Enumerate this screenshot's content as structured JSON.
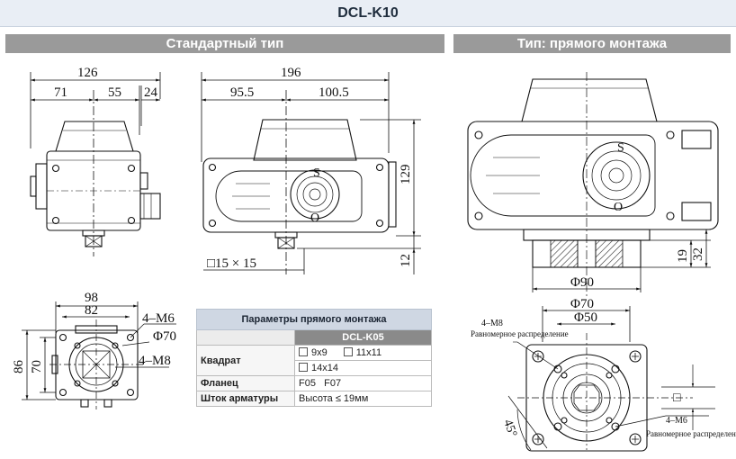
{
  "title": "DCL-K10",
  "sections": {
    "standard": "Стандартный тип",
    "direct": "Тип: прямого монтажа"
  },
  "front_view": {
    "overall": "126",
    "left": "71",
    "right": "55",
    "offset": "24"
  },
  "side_view": {
    "overall": "196",
    "left": "95.5",
    "right": "100.5",
    "height": "129",
    "bottom": "12",
    "square": "□15 × 15"
  },
  "bottom_view": {
    "width": "98",
    "inner": "82",
    "height": "86",
    "inner_h": "70",
    "bolt_m6": "4–M6",
    "circle": "Φ70",
    "bolt_m8": "4–M8"
  },
  "direct_view": {
    "h1": "19",
    "h2": "32",
    "dia90": "Φ90",
    "dia70": "Φ70",
    "dia50": "Φ50",
    "angle": "45°",
    "m8": "4–M8",
    "m8_note": "Равномерное распределение",
    "m6": "4–M6",
    "m6_note": "Равномерное распределение",
    "sq": "□"
  },
  "dial": {
    "s": "S",
    "o": "O"
  },
  "params": {
    "title": "Параметры прямого монтажа",
    "model": "DCL-K05",
    "rows": {
      "square_label": "Квадрат",
      "square_values": [
        "9x9",
        "11x11",
        "14x14"
      ],
      "flange_label": "Фланец",
      "flange_value": "F05   F07",
      "stem_label": "Шток арматуры",
      "stem_value": "Высота ≤ 19мм"
    }
  }
}
